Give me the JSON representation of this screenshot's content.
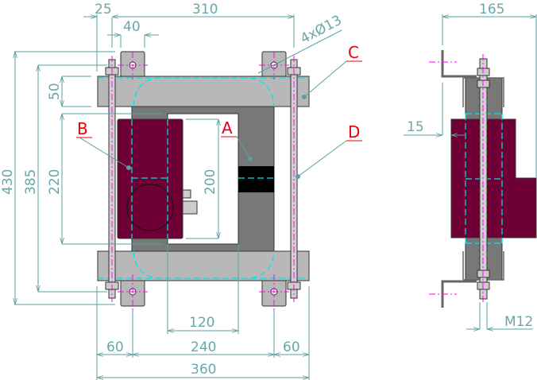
{
  "dimensions": {
    "d25": "25",
    "d310": "310",
    "d40": "40",
    "holes": "4xØ13",
    "d50": "50",
    "d220": "220",
    "d385": "385",
    "d430": "430",
    "d200": "200",
    "d120": "120",
    "d60_left": "60",
    "d240": "240",
    "d60_right": "60",
    "d360": "360",
    "d165": "165",
    "d15": "15",
    "m12": "M12"
  },
  "labels": {
    "a": "A",
    "b": "B",
    "c": "C",
    "d": "D"
  },
  "colors": {
    "coil": "#6e0035",
    "core": "#787878",
    "plate": "#b8b8b8",
    "dim": "#5a9fa0",
    "label": "#e8000a"
  }
}
